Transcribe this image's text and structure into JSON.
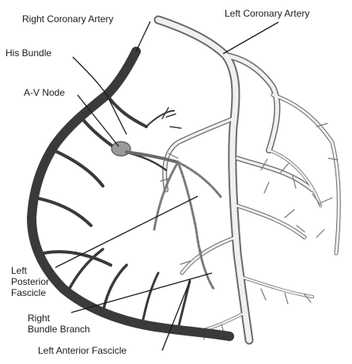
{
  "labels": {
    "right_coronary_artery": "Right Coronary Artery",
    "left_coronary_artery": "Left Coronary Artery",
    "his_bundle": "His Bundle",
    "av_node": "A-V Node",
    "left_posterior_fascicle": "Left\nPosterior\nFascicle",
    "right_bundle_branch": "Right\nBundle Branch",
    "left_anterior_fascicle": "Left Anterior Fascicle"
  },
  "colors": {
    "right_coronary": "#3a3a3a",
    "left_coronary_fill": "#e8e8e8",
    "left_coronary_outline": "#6a6a6a",
    "conduction": "#8a8a8a",
    "leader_line": "#1a1a1a"
  }
}
